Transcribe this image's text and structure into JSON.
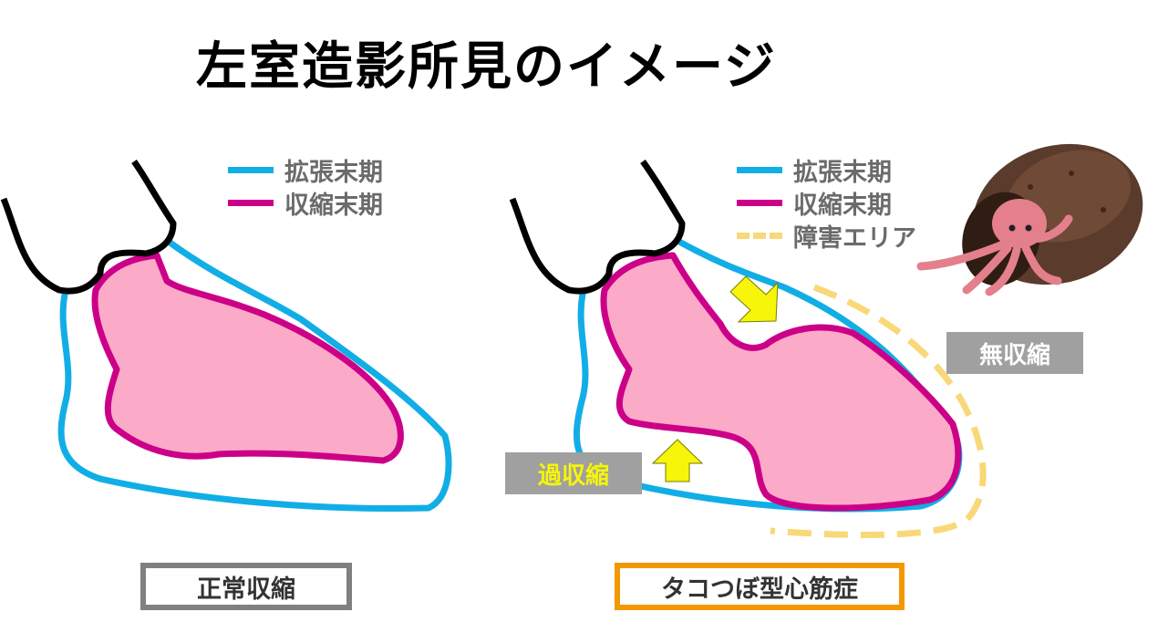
{
  "title": "左室造影所見のイメージ",
  "legend_left": {
    "diastole": "拡張末期",
    "systole": "収縮末期"
  },
  "legend_right": {
    "diastole": "拡張末期",
    "systole": "収縮末期",
    "impaired": "障害エリア"
  },
  "callouts": {
    "akinesis": "無収縮",
    "hyperkinesis": "過収縮"
  },
  "captions": {
    "normal": "正常収縮",
    "takotsubo": "タコつぼ型心筋症"
  },
  "colors": {
    "diastole": "#11aee6",
    "systole": "#cc0088",
    "fill": "#fbaac8",
    "impaired": "#f8d878",
    "arrow": "#f6f50a",
    "callout_text_yellow": "#f6f50a",
    "callout_text_white": "#ffffff",
    "caption_gray_border": "#808080",
    "caption_orange_border": "#f39800"
  },
  "icons": {
    "octopus_pot": "octopus-in-pot-illustration"
  }
}
